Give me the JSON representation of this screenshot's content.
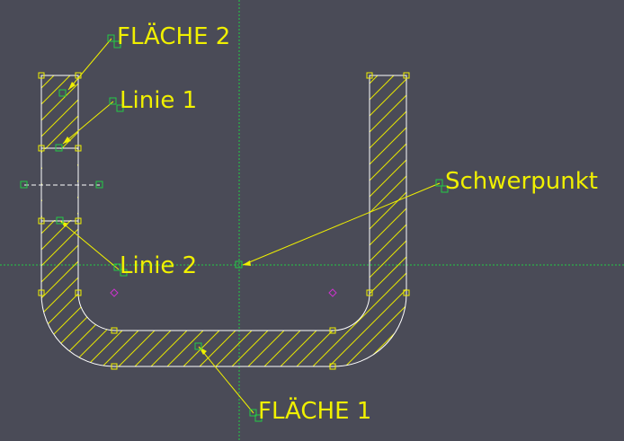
{
  "labels": {
    "flaeche2": "FLÄCHE 2",
    "linie1": "Linie 1",
    "schwerpunkt": "Schwerpunkt",
    "linie2": "Linie 2",
    "flaeche1": "FLÄCHE 1"
  },
  "colors": {
    "background": "#4a4b57",
    "outline": "#ffffff",
    "hatch": "#e6e600",
    "annotation": "#f0f000",
    "grip": "#22cc44",
    "crosshair": "#22cc44",
    "center_marker": "#cc33cc"
  }
}
